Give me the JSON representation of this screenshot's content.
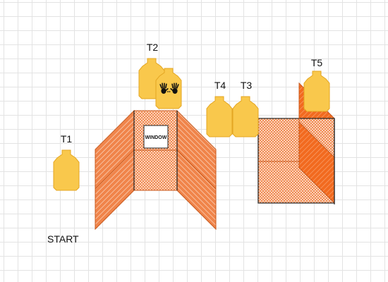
{
  "start_label": "START",
  "window_label": "WINDOW",
  "targets": [
    {
      "id": "t1",
      "label": "T1"
    },
    {
      "id": "t2",
      "label": "T2"
    },
    {
      "id": "t3",
      "label": "T3"
    },
    {
      "id": "t4",
      "label": "T4"
    },
    {
      "id": "t5",
      "label": "T5"
    }
  ],
  "colors": {
    "wall_fill": "#f08a52",
    "wall_stroke": "#c85a1e",
    "wall_pattern": "#ffffff",
    "dark_wall": "#f26a1f",
    "target_fill": "#f9c84c",
    "target_stroke": "#e4a622",
    "outline": "#222222",
    "grid": "#e3e3e3"
  },
  "icons": {
    "hands": "hand-print-icon"
  }
}
